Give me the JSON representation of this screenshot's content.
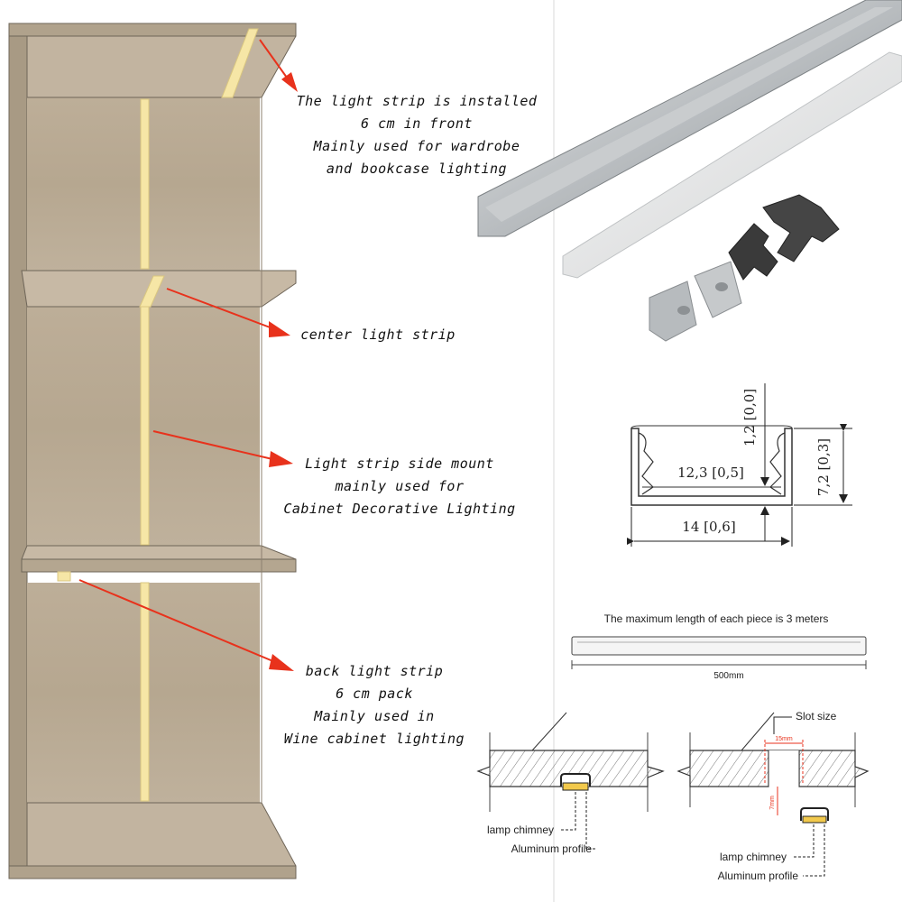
{
  "callouts": {
    "front": [
      "The light strip is installed",
      "6 cm in front",
      "Mainly used for wardrobe",
      "and bookcase lighting"
    ],
    "center": [
      "center light strip"
    ],
    "side": [
      "Light strip side mount",
      "mainly used for",
      "Cabinet Decorative Lighting"
    ],
    "back": [
      "back light strip",
      "6 cm pack",
      "Mainly used in",
      "Wine cabinet lighting"
    ]
  },
  "profile_dims": {
    "top": "1,2 [0,0]",
    "inner_width": "12,3 [0,5]",
    "height": "7,2 [0,3]",
    "outer_width": "14 [0,6]"
  },
  "length_note": {
    "title": "The maximum length of each piece is 3 meters",
    "length": "500mm"
  },
  "install": {
    "slot_size": "Slot size",
    "slot_width": "15mm",
    "slot_depth": "7mm",
    "lamp_chimney": "lamp chimney",
    "aluminum_profile": "Aluminum profile"
  },
  "colors": {
    "arrow": "#e8321c",
    "wood": "#b9ab96",
    "strip": "#f6e6a6"
  }
}
